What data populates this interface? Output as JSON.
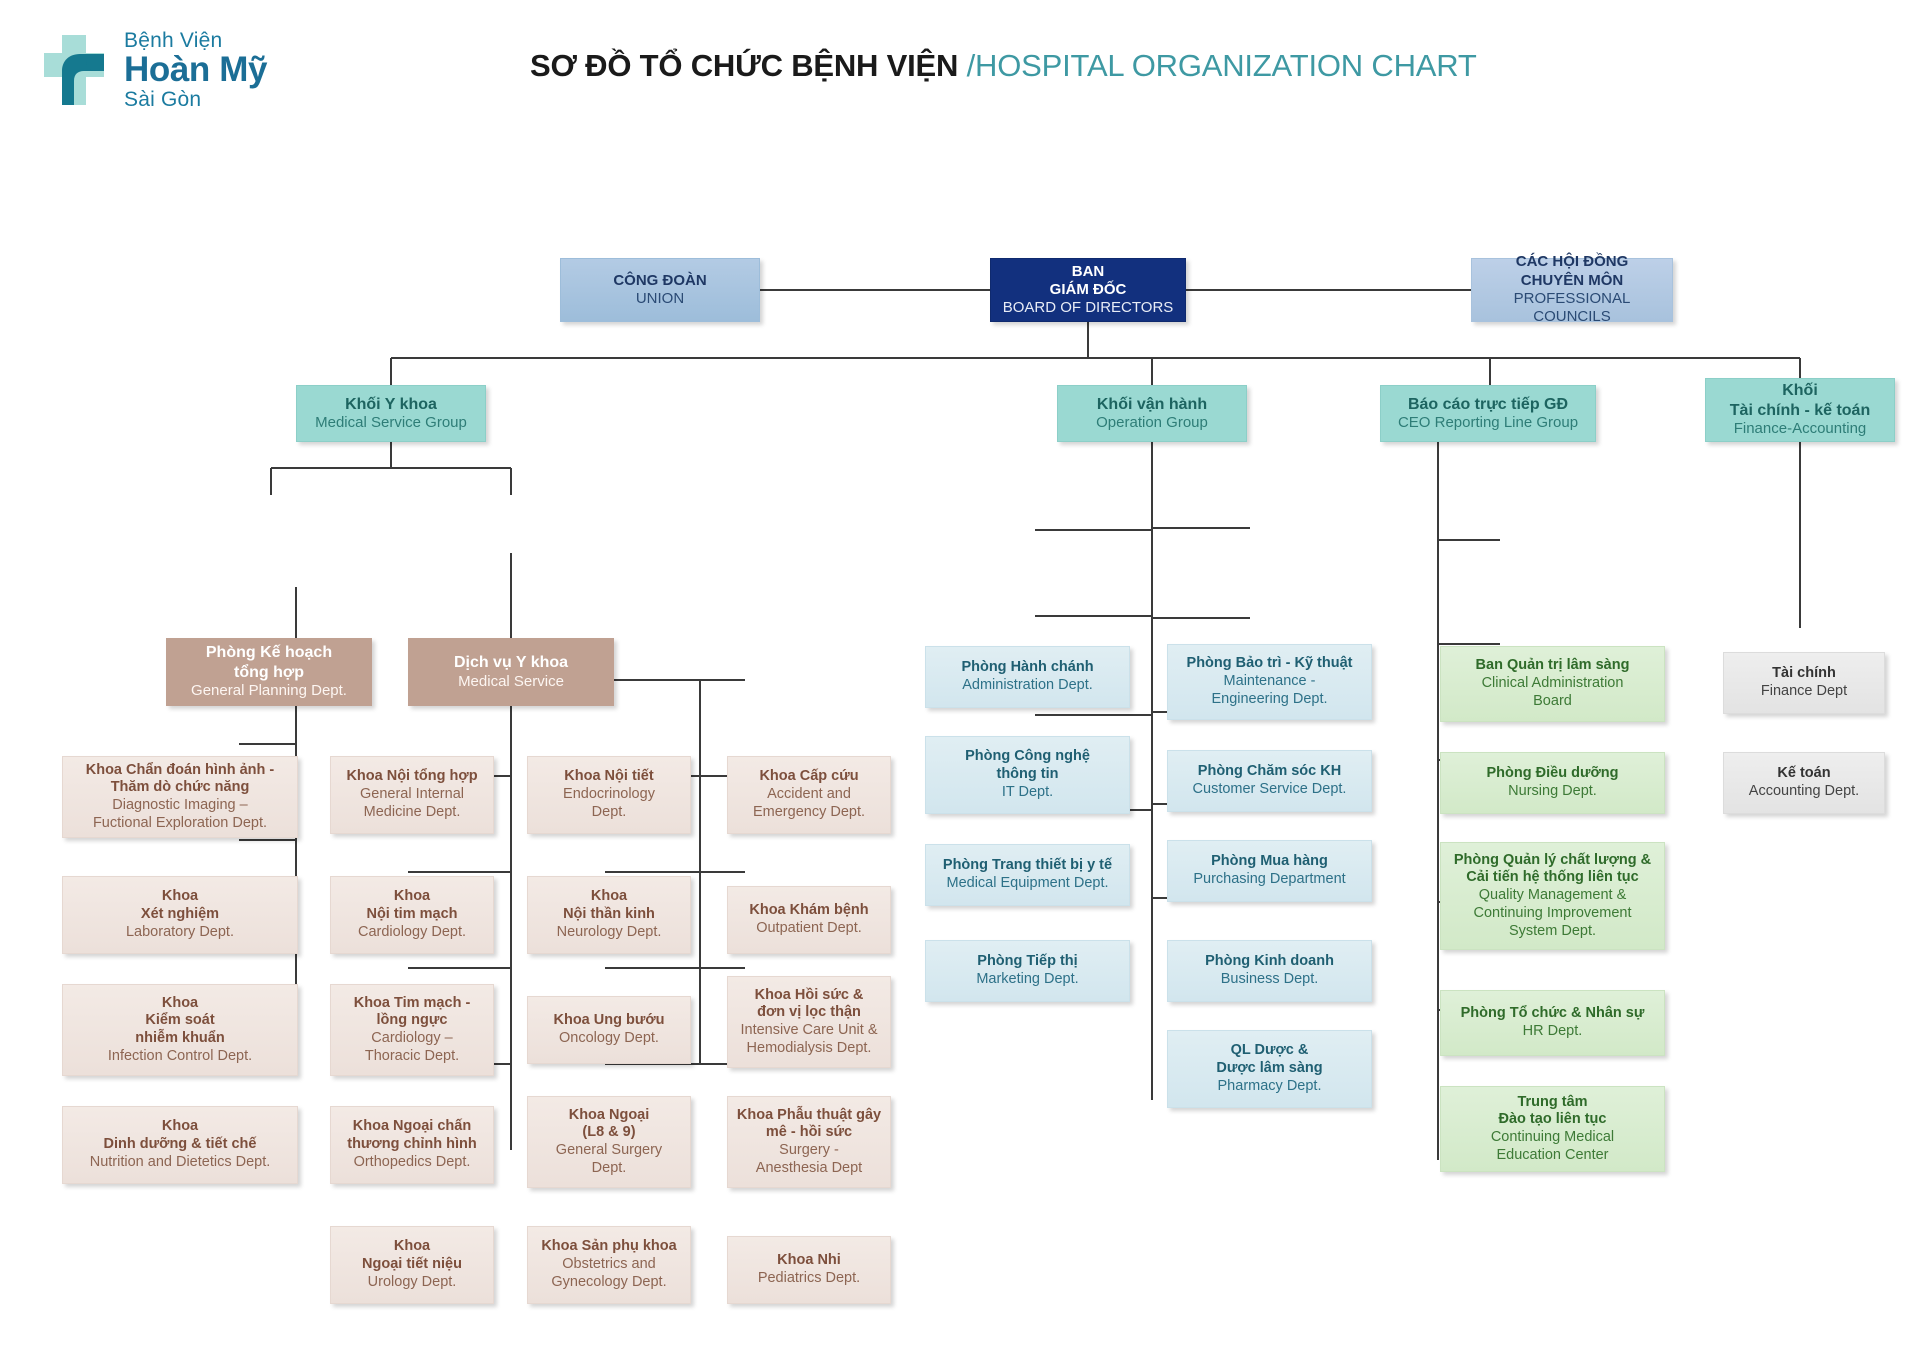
{
  "header": {
    "logo": {
      "icon": "medical-cross-logo",
      "line1": "Bệnh Viện",
      "line2": "Hoàn Mỹ",
      "line3": "Sài Gòn",
      "color_light": "#a8ddd8",
      "color_dark": "#15798f"
    },
    "title_vi": "SƠ ĐỒ TỔ CHỨC BỆNH VIỆN ",
    "title_en": "/HOSPITAL ORGANIZATION CHART",
    "title_vi_color": "#1a1a1a",
    "title_en_color": "#3e99a3"
  },
  "colors": {
    "board": "#12307e",
    "union": "#9dbdda",
    "council": "#a8c2dd",
    "group": "#9ad9d2",
    "brown": "#c0a192",
    "beige": "#ece0da",
    "blue": "#d2e6ee",
    "green": "#d2e9c8",
    "gray": "#e3e3e3",
    "connector": "#3a3a3a"
  },
  "top": {
    "union": {
      "vi": [
        "CÔNG ĐOÀN"
      ],
      "en": [
        "UNION"
      ]
    },
    "board": {
      "vi": [
        "BAN",
        "GIÁM ĐỐC"
      ],
      "en": [
        "BOARD OF DIRECTORS"
      ]
    },
    "council": {
      "vi": [
        "CÁC HỘI ĐỒNG",
        "CHUYÊN MÔN"
      ],
      "en": [
        "PROFESSIONAL COUNCILS"
      ]
    }
  },
  "groups": {
    "medical": {
      "vi": [
        "Khối Y khoa"
      ],
      "en": [
        "Medical Service Group"
      ]
    },
    "operation": {
      "vi": [
        "Khối vận hành"
      ],
      "en": [
        "Operation Group"
      ]
    },
    "ceo": {
      "vi": [
        "Báo cáo trực tiếp GĐ"
      ],
      "en": [
        "CEO Reporting Line Group"
      ]
    },
    "finance": {
      "vi": [
        "Khối",
        "Tài chính - kế toán"
      ],
      "en": [
        "Finance-Accounting"
      ]
    }
  },
  "medical": {
    "planning": {
      "vi": [
        "Phòng Kế hoạch",
        "tổng hợp"
      ],
      "en": [
        "General Planning Dept."
      ]
    },
    "service": {
      "vi": [
        "Dịch vụ Y khoa"
      ],
      "en": [
        "Medical Service"
      ]
    },
    "col1": [
      {
        "vi": [
          "Khoa Chẩn đoán hình ảnh -",
          "Thăm dò chức năng"
        ],
        "en": [
          "Diagnostic Imaging –",
          "Fuctional Exploration Dept."
        ]
      },
      {
        "vi": [
          "Khoa",
          "Xét nghiệm"
        ],
        "en": [
          "Laboratory Dept."
        ]
      },
      {
        "vi": [
          "Khoa",
          "Kiểm soát",
          "nhiễm khuẩn"
        ],
        "en": [
          "Infection Control Dept."
        ]
      },
      {
        "vi": [
          "Khoa",
          "Dinh dưỡng & tiết chế"
        ],
        "en": [
          "Nutrition and Dietetics Dept."
        ]
      }
    ],
    "col2": [
      {
        "vi": [
          "Khoa Nội tổng hợp"
        ],
        "en": [
          "General Internal",
          "Medicine Dept."
        ]
      },
      {
        "vi": [
          "Khoa",
          "Nội tim mạch"
        ],
        "en": [
          "Cardiology Dept."
        ]
      },
      {
        "vi": [
          "Khoa Tim mạch -",
          "lồng ngực"
        ],
        "en": [
          "Cardiology –",
          "Thoracic Dept."
        ]
      },
      {
        "vi": [
          "Khoa Ngoại chấn",
          "thương chỉnh hình"
        ],
        "en": [
          "Orthopedics Dept."
        ]
      },
      {
        "vi": [
          "Khoa",
          "Ngoại tiết niệu"
        ],
        "en": [
          "Urology Dept."
        ]
      }
    ],
    "col3": [
      {
        "vi": [
          "Khoa Nội tiết"
        ],
        "en": [
          "Endocrinology",
          "Dept."
        ]
      },
      {
        "vi": [
          "Khoa",
          "Nội thần kinh"
        ],
        "en": [
          "Neurology Dept."
        ]
      },
      {
        "vi": [
          "Khoa Ung bướu"
        ],
        "en": [
          "Oncology Dept."
        ]
      },
      {
        "vi": [
          "Khoa Ngoại",
          "(L8 & 9)"
        ],
        "en": [
          "General Surgery",
          "Dept."
        ]
      },
      {
        "vi": [
          "Khoa Sản phụ khoa"
        ],
        "en": [
          "Obstetrics and",
          "Gynecology Dept."
        ]
      }
    ],
    "col4": [
      {
        "vi": [
          "Khoa Cấp cứu"
        ],
        "en": [
          "Accident and",
          "Emergency Dept."
        ]
      },
      {
        "vi": [
          "Khoa Khám bệnh"
        ],
        "en": [
          "Outpatient Dept."
        ]
      },
      {
        "vi": [
          "Khoa Hồi sức &",
          "đơn vị lọc thận"
        ],
        "en": [
          "Intensive Care Unit &",
          "Hemodialysis Dept."
        ]
      },
      {
        "vi": [
          "Khoa Phẫu thuật gây",
          "mê - hồi sức"
        ],
        "en": [
          "Surgery -",
          "Anesthesia Dept"
        ]
      },
      {
        "vi": [
          "Khoa Nhi"
        ],
        "en": [
          "Pediatrics Dept."
        ]
      }
    ]
  },
  "operation": {
    "colL": [
      {
        "vi": [
          "Phòng Hành chánh"
        ],
        "en": [
          "Administration Dept."
        ]
      },
      {
        "vi": [
          "Phòng Công nghệ",
          "thông tin"
        ],
        "en": [
          "IT Dept."
        ]
      },
      {
        "vi": [
          "Phòng Trang thiết bị y tế"
        ],
        "en": [
          "Medical Equipment Dept."
        ]
      },
      {
        "vi": [
          "Phòng Tiếp thị"
        ],
        "en": [
          "Marketing Dept."
        ]
      }
    ],
    "colR": [
      {
        "vi": [
          "Phòng Bảo trì - Kỹ thuật"
        ],
        "en": [
          "Maintenance -",
          "Engineering Dept."
        ]
      },
      {
        "vi": [
          "Phòng Chăm sóc KH"
        ],
        "en": [
          "Customer Service Dept."
        ]
      },
      {
        "vi": [
          "Phòng Mua hàng"
        ],
        "en": [
          "Purchasing Department"
        ]
      },
      {
        "vi": [
          "Phòng Kinh doanh"
        ],
        "en": [
          "Business Dept."
        ]
      },
      {
        "vi": [
          "QL Dược &",
          "Dược lâm sàng"
        ],
        "en": [
          "Pharmacy Dept."
        ]
      }
    ]
  },
  "ceo": {
    "items": [
      {
        "vi": [
          "Ban Quản trị lâm sàng"
        ],
        "en": [
          "Clinical Administration",
          "Board"
        ]
      },
      {
        "vi": [
          "Phòng Điều dưỡng"
        ],
        "en": [
          "Nursing Dept."
        ]
      },
      {
        "vi": [
          "Phòng Quản lý chất lượng &",
          "Cải tiến hệ thống liên tục"
        ],
        "en": [
          "Quality Management &",
          "Continuing Improvement",
          "System Dept."
        ]
      },
      {
        "vi": [
          "Phòng Tổ chức & Nhân sự"
        ],
        "en": [
          "HR Dept."
        ]
      },
      {
        "vi": [
          "Trung tâm",
          "Đào tạo liên tục"
        ],
        "en": [
          "Continuing Medical",
          "Education Center"
        ]
      }
    ]
  },
  "finance": {
    "items": [
      {
        "vi": [
          "Tài chính"
        ],
        "en": [
          "Finance Dept"
        ]
      },
      {
        "vi": [
          "Kế toán"
        ],
        "en": [
          "Accounting Dept."
        ]
      }
    ]
  }
}
